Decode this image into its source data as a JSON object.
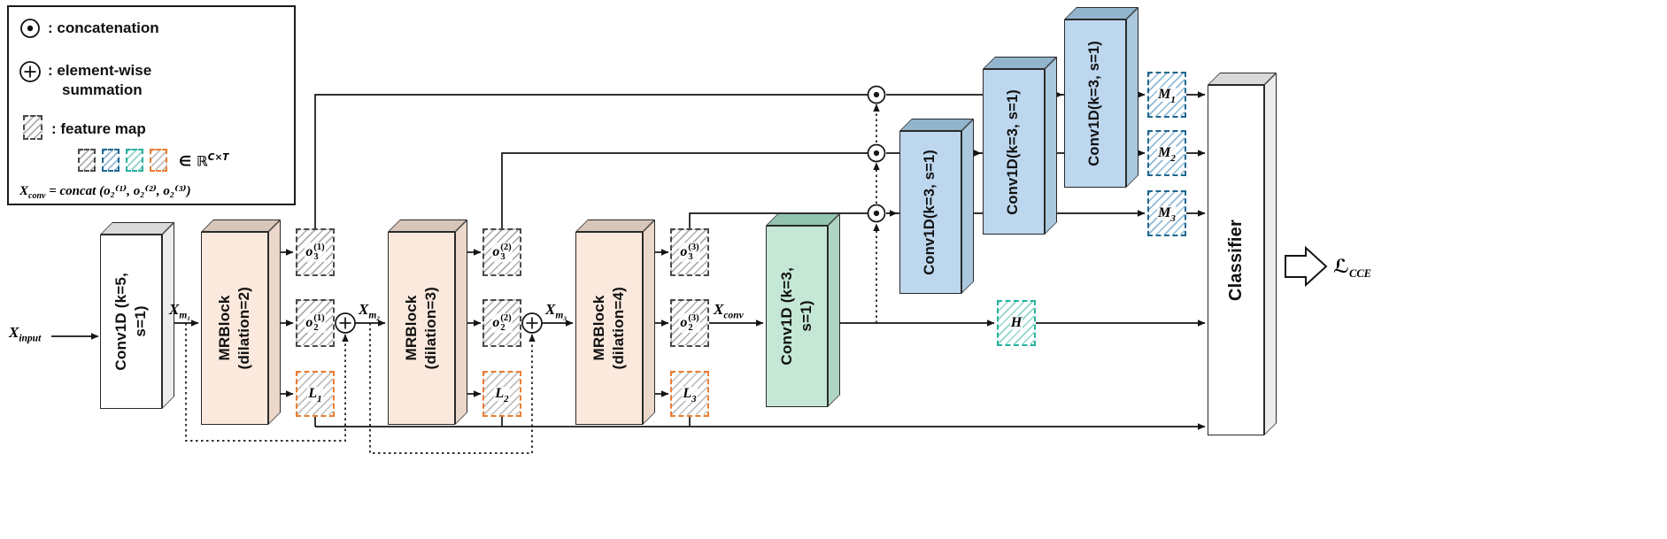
{
  "colors": {
    "block_border": "#2a2a2a",
    "mrblock_front": "#fbe9dd",
    "mrblock_top": "#d9c6ba",
    "mrblock_side": "#ecd8cb",
    "green_front": "#c5e8d6",
    "green_top": "#93c4b1",
    "green_side": "#aed6c3",
    "blue_front": "#bdd7ee",
    "blue_top": "#92b4cc",
    "blue_side": "#a9c8de",
    "white_front": "#ffffff",
    "white_top": "#d9d9d9",
    "white_side": "#ececec",
    "gray_map": "#4a4a4a",
    "orange_map": "#ED7D31",
    "teal_map": "#29b09e",
    "blue_map": "#20688f"
  },
  "legend": {
    "concat_label": ": concatenation",
    "sum_label1": ": element-wise",
    "sum_label2": "summation",
    "feature_label": ": feature map",
    "membership_pre": "∈ ℝ",
    "membership_sup": "C×T",
    "formula_base": "X",
    "formula_sub": "conv",
    "formula_rest": " = concat (o₂⁽¹⁾, o₂⁽²⁾, o₂⁽³⁾)"
  },
  "blocks": {
    "conv1": {
      "line1": "Conv1D (k=5,",
      "line2": "s=1)"
    },
    "mrb1": {
      "line1": "MRBlock",
      "line2": "(dilation=2)"
    },
    "mrb2": {
      "line1": "MRBlock",
      "line2": "(dilation=3)"
    },
    "mrb3": {
      "line1": "MRBlock",
      "line2": "(dilation=4)"
    },
    "convg": {
      "line1": "Conv1D (k=3,",
      "line2": "s=1)"
    },
    "blueA": {
      "line1": "Conv1D(k=3, s=1)"
    },
    "blueB": {
      "line1": "Conv1D(k=3, s=1)"
    },
    "blueC": {
      "line1": "Conv1D(k=3, s=1)"
    },
    "classifier": {
      "line1": "Classifier"
    }
  },
  "labels": {
    "x_input": {
      "base": "X",
      "sub": "input"
    },
    "x_m1": {
      "base": "X",
      "sub": "m₁"
    },
    "x_m2": {
      "base": "X",
      "sub": "m₂"
    },
    "x_m3": {
      "base": "X",
      "sub": "m₃"
    },
    "x_conv": {
      "base": "X",
      "sub": "conv"
    },
    "o31": {
      "base": "o",
      "sup": "(1)",
      "sub": "3"
    },
    "o21": {
      "base": "o",
      "sup": "(1)",
      "sub": "2"
    },
    "o32": {
      "base": "o",
      "sup": "(2)",
      "sub": "3"
    },
    "o22": {
      "base": "o",
      "sup": "(2)",
      "sub": "2"
    },
    "o33": {
      "base": "o",
      "sup": "(3)",
      "sub": "3"
    },
    "o23": {
      "base": "o",
      "sup": "(3)",
      "sub": "2"
    },
    "l1": {
      "base": "L",
      "sub": "1"
    },
    "l2": {
      "base": "L",
      "sub": "2"
    },
    "l3": {
      "base": "L",
      "sub": "3"
    },
    "h": {
      "base": "H"
    },
    "m1": {
      "base": "M",
      "sub": "1"
    },
    "m2": {
      "base": "M",
      "sub": "2"
    },
    "m3": {
      "base": "M",
      "sub": "3"
    },
    "loss": {
      "base": "ℒ",
      "sub": "CCE"
    }
  }
}
